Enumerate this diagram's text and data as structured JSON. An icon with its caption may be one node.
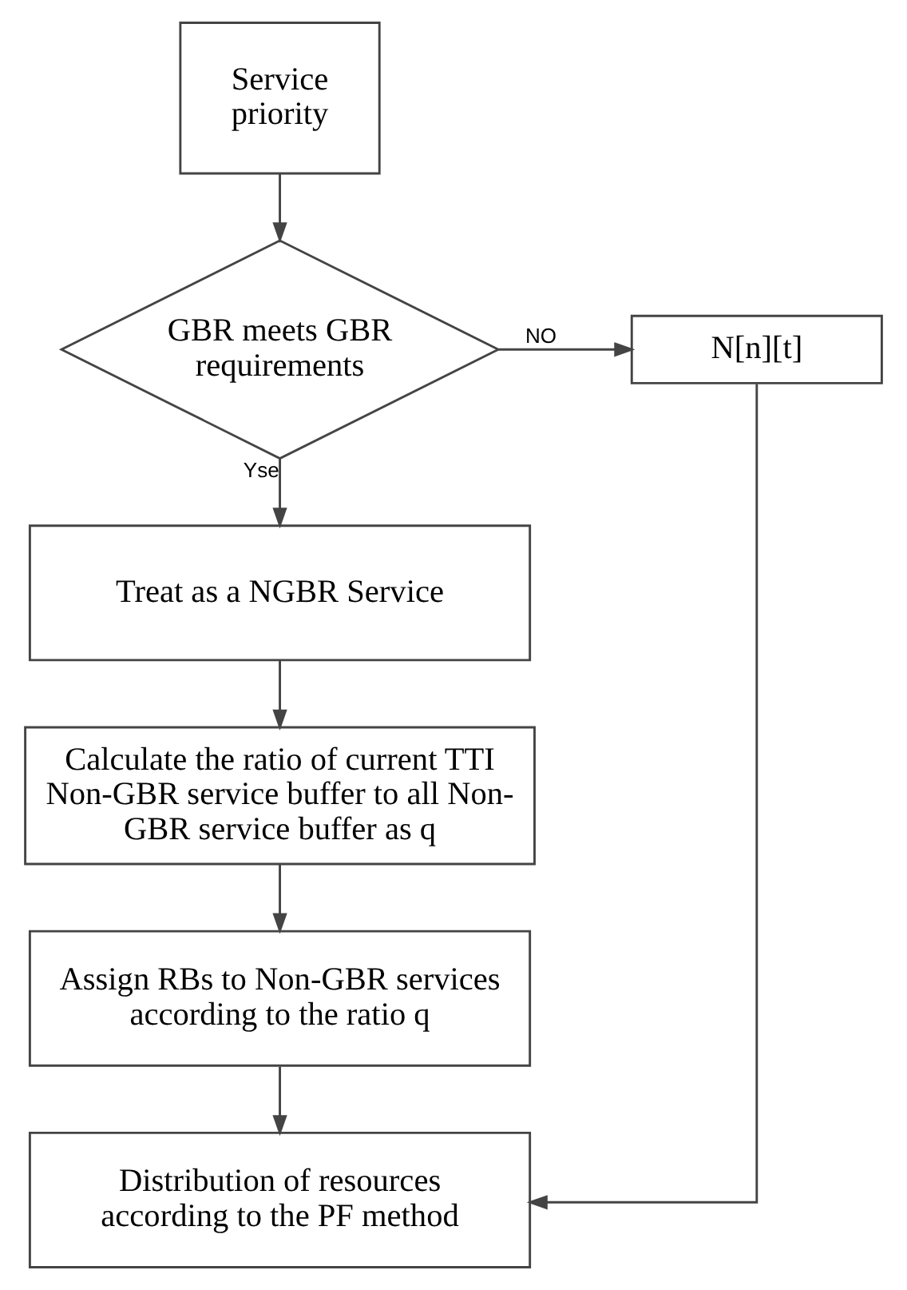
{
  "diagram": {
    "nodes": [
      {
        "text": [
          "Service priority"
        ]
      },
      {
        "text": [
          "GBR meets GBR requirements"
        ]
      },
      {
        "text": [
          "N[n][t]"
        ]
      },
      {
        "text": [
          "Treat as a NGBR Service"
        ]
      },
      {
        "text": [
          "Calculate the ratio of current TTI Non-GBR service buffer to all Non-GBR service buffer as q"
        ]
      },
      {
        "text": [
          "Assign RBs to Non-GBR services according to the ratio q"
        ]
      },
      {
        "text": [
          "Distribution of resources according to the PF method"
        ]
      }
    ],
    "edges": [
      {
        "from": 0,
        "to": 1,
        "arrow": "to"
      },
      {
        "from": 1,
        "to": 2,
        "arrow": "to",
        "label": "NO"
      },
      {
        "from": 1,
        "to": 3,
        "arrow": "to",
        "label": "Yse"
      },
      {
        "from": 3,
        "to": 4,
        "arrow": "to"
      },
      {
        "from": 4,
        "to": 5,
        "arrow": "to"
      },
      {
        "from": 5,
        "to": 6,
        "arrow": "to"
      },
      {
        "from": 2,
        "to": 6,
        "arrow": "to"
      }
    ]
  }
}
